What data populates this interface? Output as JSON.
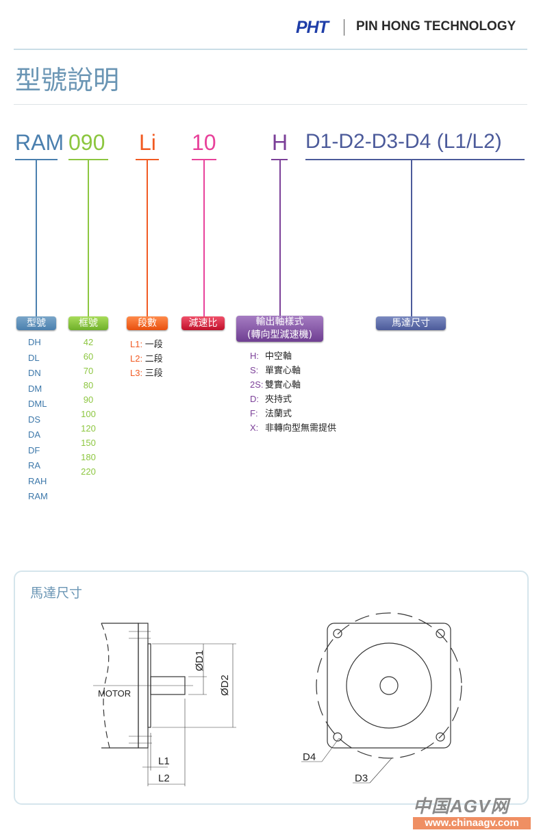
{
  "header": {
    "logo": "PHT",
    "company": "PIN HONG TECHNOLOGY"
  },
  "title": "型號說明",
  "code": [
    {
      "text": "RAM",
      "color": "#4a7fae",
      "label": "型號"
    },
    {
      "text": "090",
      "color": "#8cc63f",
      "label": "框號"
    },
    {
      "text": "Li",
      "color": "#f15a22",
      "label": "段數"
    },
    {
      "text": "10",
      "color": "#e8419a",
      "label": "減速比"
    },
    {
      "text": "H",
      "color": "#7b3f98",
      "label": "輸出軸樣式",
      "label2": "(轉向型減速機)"
    },
    {
      "text": "D1-D2-D3-D4 (L1/L2)",
      "color": "#4b5a9a",
      "label": "馬達尺寸"
    }
  ],
  "models": [
    "DH",
    "DL",
    "DN",
    "DM",
    "DML",
    "DS",
    "DA",
    "DF",
    "RA",
    "RAH",
    "RAM"
  ],
  "frames": [
    "42",
    "60",
    "70",
    "80",
    "90",
    "100",
    "120",
    "150",
    "180",
    "220"
  ],
  "stages": [
    {
      "k": "L1:",
      "v": "一段"
    },
    {
      "k": "L2:",
      "v": "二段"
    },
    {
      "k": "L3:",
      "v": "三段"
    }
  ],
  "shafts": [
    {
      "k": "H:",
      "v": "中空軸"
    },
    {
      "k": "S:",
      "v": "單實心軸"
    },
    {
      "k": "2S:",
      "v": "雙實心軸"
    },
    {
      "k": "D:",
      "v": "夾持式"
    },
    {
      "k": "F:",
      "v": "法蘭式"
    },
    {
      "k": "X:",
      "v": "非轉向型無需提供"
    }
  ],
  "drawing": {
    "title": "馬達尺寸",
    "motor": "MOTOR",
    "d1": "ØD1",
    "d2": "ØD2",
    "l1": "L1",
    "l2": "L2",
    "d3": "D3",
    "d4": "D4"
  },
  "watermark": {
    "cn": "中国AGV网",
    "url": "www.chinaagv.com"
  }
}
